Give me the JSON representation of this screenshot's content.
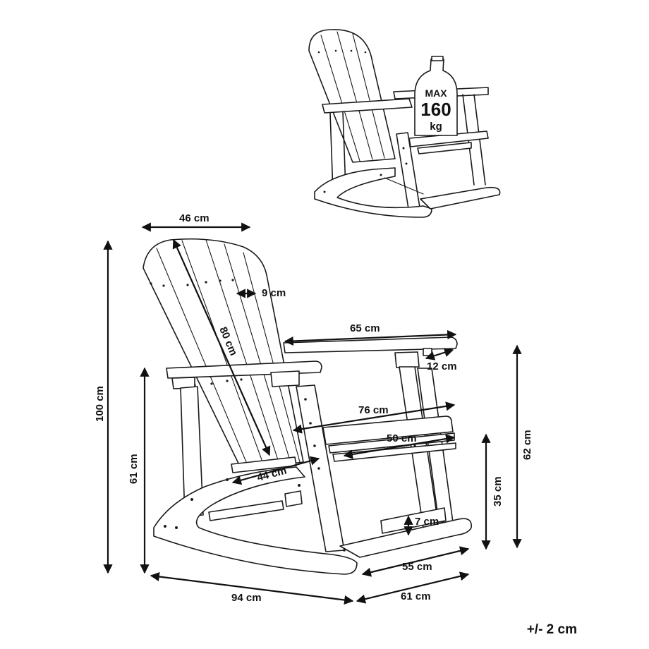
{
  "badge": {
    "line1": "MAX",
    "line2": "160",
    "line3": "kg"
  },
  "dimensions": {
    "top_width": "46 cm",
    "slat_width": "9 cm",
    "back_height": "80 cm",
    "armrest_length": "65 cm",
    "armrest_width": "12 cm",
    "total_height": "100 cm",
    "arm_height": "61 cm",
    "depth_76": "76 cm",
    "seat_depth": "50 cm",
    "seat_width": "44 cm",
    "seat_height": "35 cm",
    "rocker_height": "7 cm",
    "right_height": "62 cm",
    "base_width": "55 cm",
    "total_length": "94 cm",
    "total_width": "61 cm"
  },
  "tolerance": "+/- 2 cm"
}
